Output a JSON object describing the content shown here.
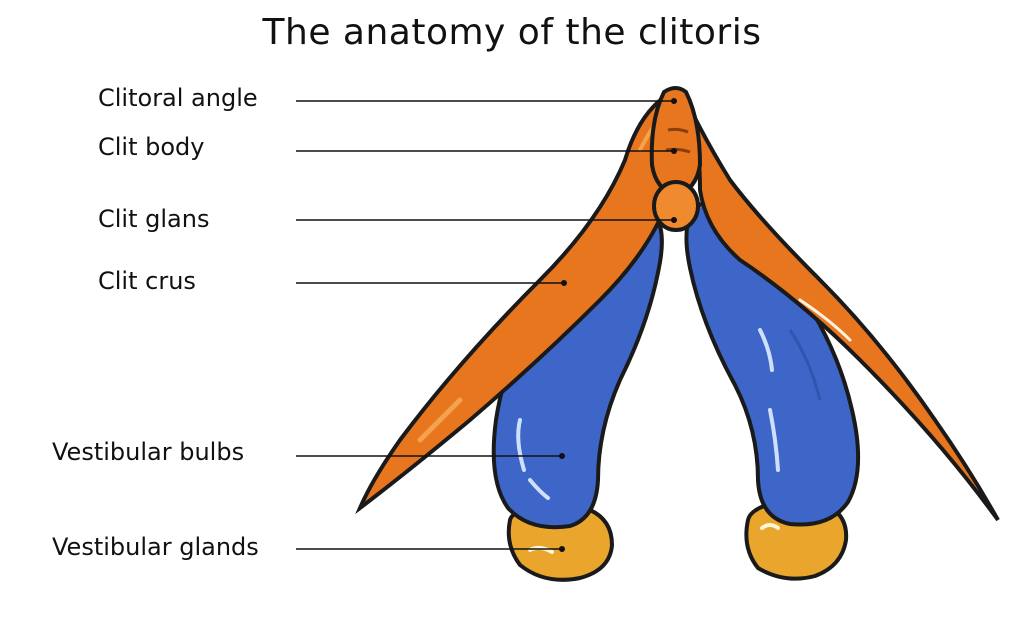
{
  "title": "The anatomy of the clitoris",
  "labels": {
    "clitoral_angle": "Clitoral angle",
    "clit_body": "Clit body",
    "clit_glans": "Clit glans",
    "clit_crus": "Clit crus",
    "vestibular_bulbs": "Vestibular bulbs",
    "vestibular_glands": "Vestibular glands"
  },
  "colors": {
    "crus_orange": "#E8761E",
    "crus_highlight": "#F5A24C",
    "bulb_blue": "#3D66C8",
    "bulb_dark": "#2A4A9E",
    "gland_yellow": "#E9A52C",
    "outline": "#1a1a1a"
  }
}
